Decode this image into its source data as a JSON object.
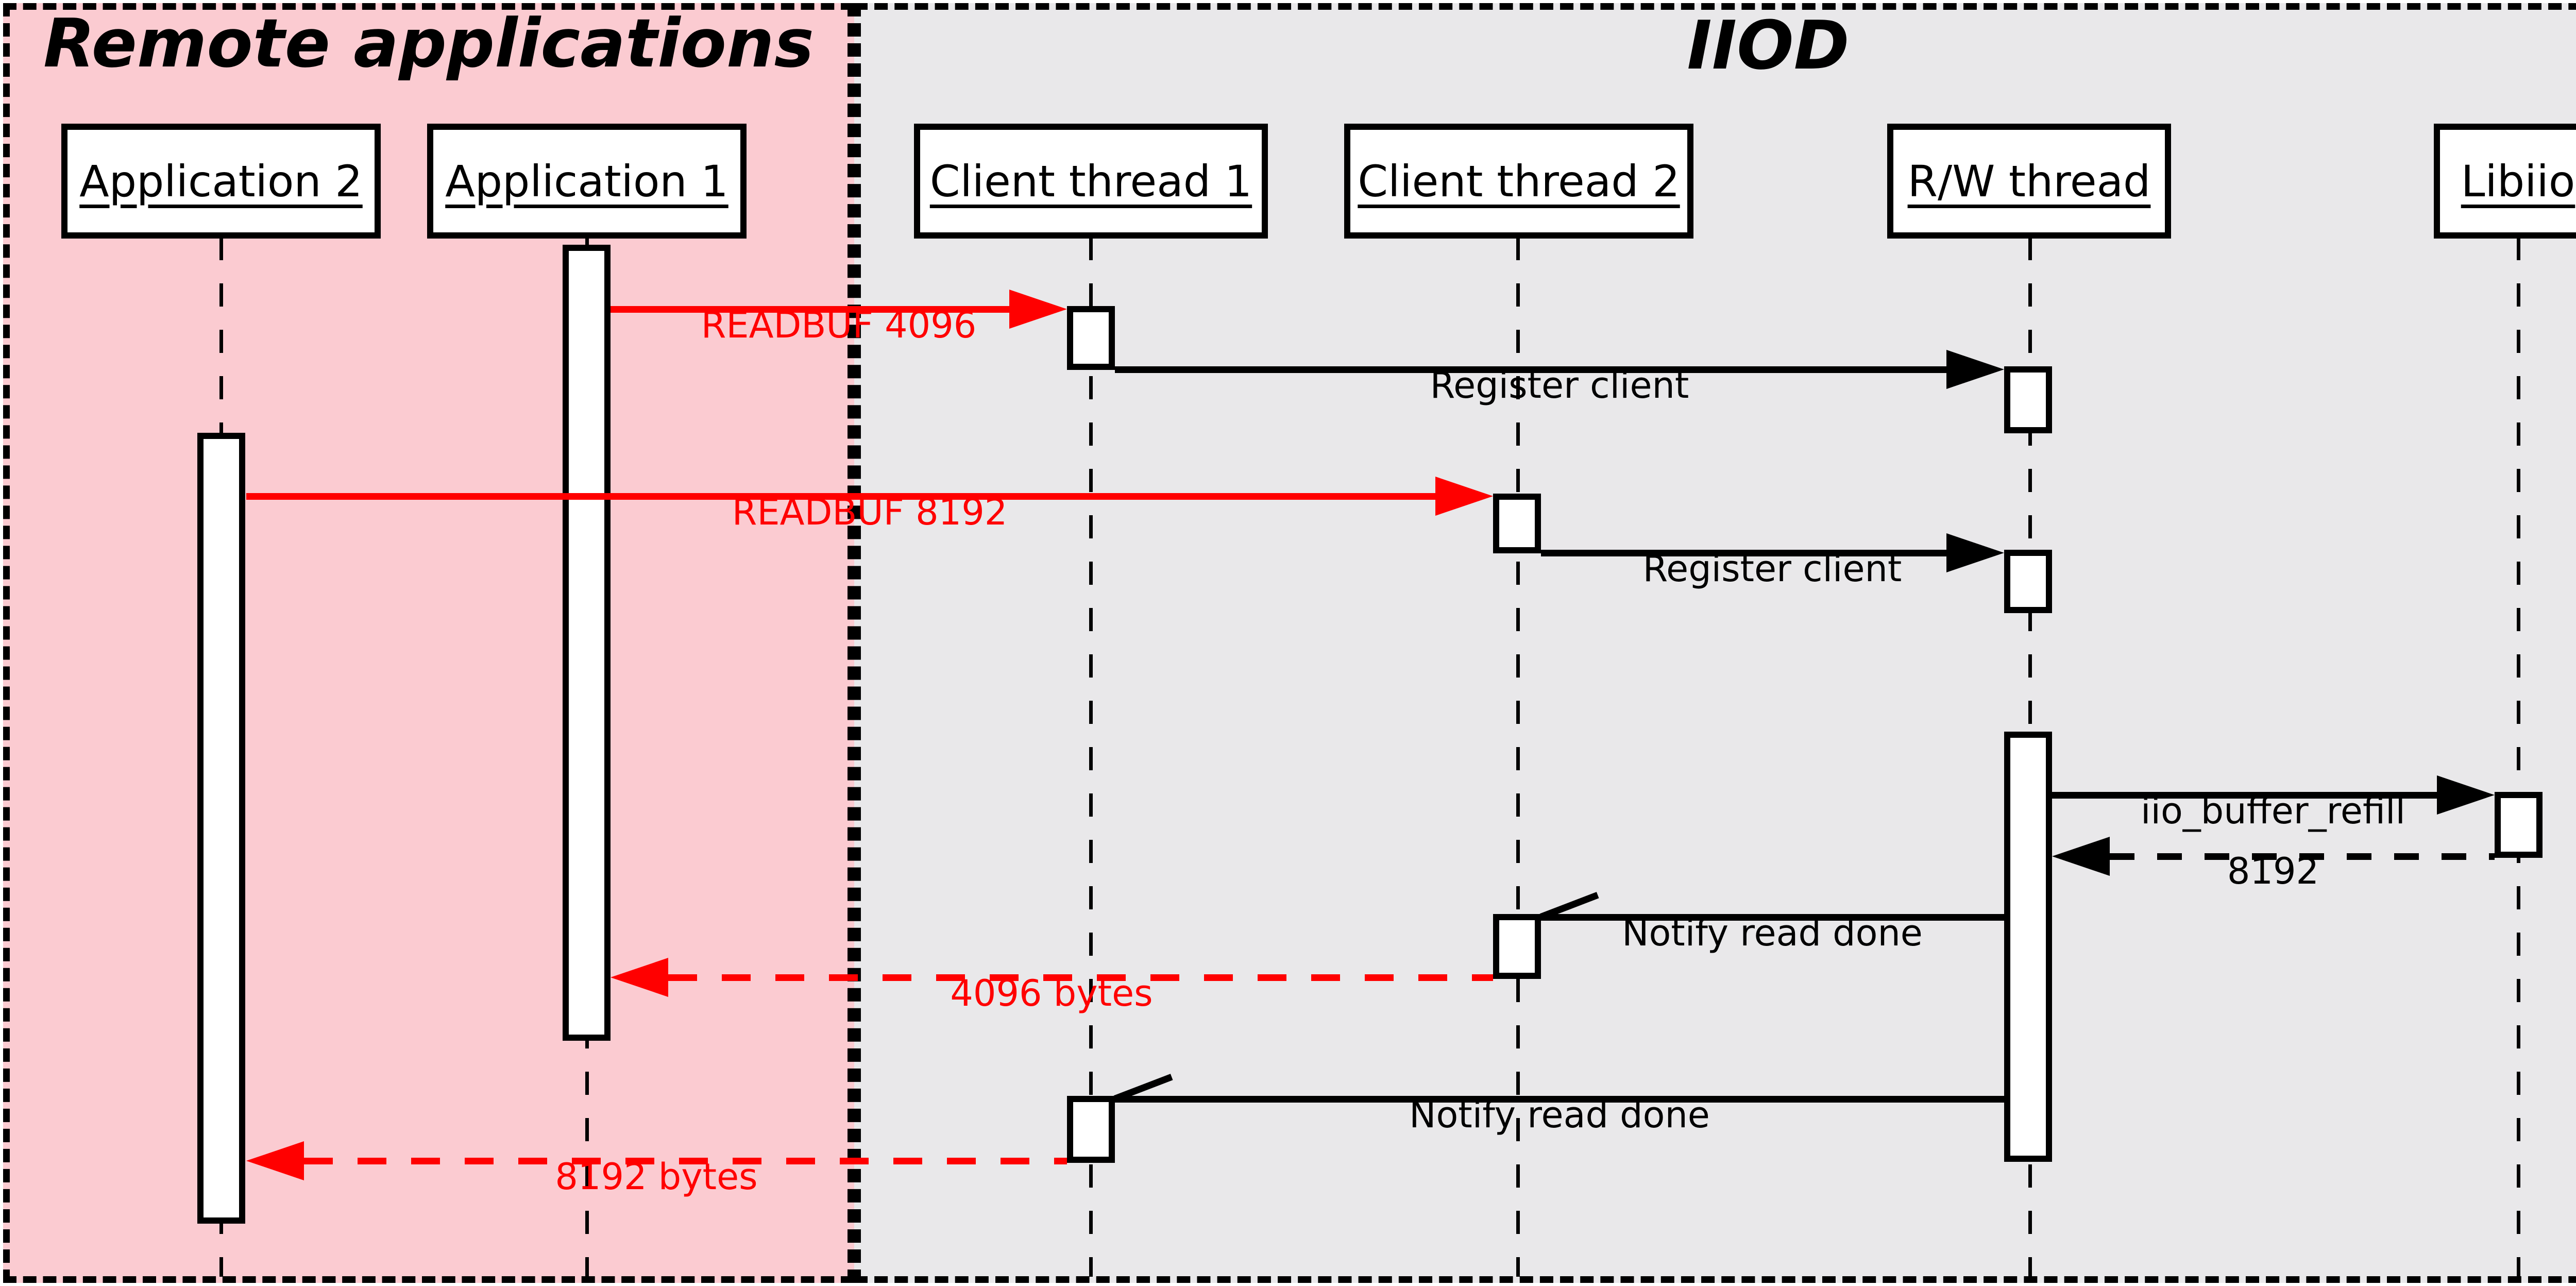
{
  "diagram": {
    "type": "sequence-diagram",
    "groups": [
      {
        "label": "Remote applications",
        "bg_color": "#fbcbd1"
      },
      {
        "label": "IIOD",
        "bg_color": "#e9e8ea"
      }
    ],
    "participants": [
      {
        "label": "Application 2",
        "group": "Remote applications"
      },
      {
        "label": "Application 1",
        "group": "Remote applications"
      },
      {
        "label": "Client thread 1",
        "group": "IIOD"
      },
      {
        "label": "Client thread 2",
        "group": "IIOD"
      },
      {
        "label": "R/W thread",
        "group": "IIOD"
      },
      {
        "label": "Libiio",
        "group": "IIOD"
      }
    ],
    "messages": [
      {
        "label": "READBUF 4096",
        "from": "Application 1",
        "to": "Client thread 1",
        "color": "#ff0000",
        "line": "solid",
        "arrowhead": "filled"
      },
      {
        "label": "Register client",
        "from": "Client thread 1",
        "to": "R/W thread",
        "color": "#000000",
        "line": "solid",
        "arrowhead": "filled"
      },
      {
        "label": "READBUF 8192",
        "from": "Application 2",
        "to": "Client thread 2",
        "color": "#ff0000",
        "line": "solid",
        "arrowhead": "filled"
      },
      {
        "label": "Register client",
        "from": "Client thread 2",
        "to": "R/W thread",
        "color": "#000000",
        "line": "solid",
        "arrowhead": "filled"
      },
      {
        "label": "iio_buffer_refill",
        "from": "R/W thread",
        "to": "Libiio",
        "color": "#000000",
        "line": "solid",
        "arrowhead": "filled"
      },
      {
        "label": "8192",
        "from": "Libiio",
        "to": "R/W thread",
        "color": "#000000",
        "line": "dashed",
        "arrowhead": "filled"
      },
      {
        "label": "Notify read done",
        "from": "R/W thread",
        "to": "Client thread 2",
        "color": "#000000",
        "line": "solid",
        "arrowhead": "open-slash"
      },
      {
        "label": "4096 bytes",
        "from": "Client thread 2",
        "to": "Application 1",
        "color": "#ff0000",
        "line": "dashed",
        "arrowhead": "filled"
      },
      {
        "label": "Notify read done",
        "from": "R/W thread",
        "to": "Client thread 1",
        "color": "#000000",
        "line": "solid",
        "arrowhead": "open-slash"
      },
      {
        "label": "8192 bytes",
        "from": "Client thread 1",
        "to": "Application 2",
        "color": "#ff0000",
        "line": "dashed",
        "arrowhead": "filled"
      }
    ],
    "colors": {
      "message_red": "#ff0000",
      "message_black": "#000000",
      "pink_bg": "#fbcbd1",
      "gray_bg": "#e9e8ea",
      "box_bg": "#ffffff",
      "border": "#000000"
    }
  }
}
